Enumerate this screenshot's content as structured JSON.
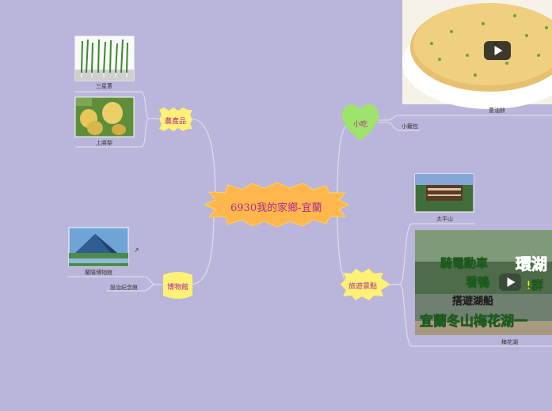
{
  "center": {
    "title": "6930我的家鄉-宜蘭"
  },
  "branches": {
    "nongchanpin": "農產品",
    "bowuguan": "博物館",
    "xiaochi": "小吃",
    "lvyou": "旅遊景點"
  },
  "items": {
    "sanxingcong": "三星蔥",
    "shangjiangli": "上將梨",
    "lanyang_museum": "蘭陽博物館",
    "political_museum": "設治紀念館",
    "congyoubing": "蔥油餅",
    "xiaolongbao": "小籠包",
    "taipingshan": "太平山",
    "meihuahu": "梅花湖"
  },
  "video_caption": {
    "line1": "騎電動車",
    "line1b": "環湖",
    "line2": "看鴨",
    "line2b": "!群",
    "line3": "搭遊湖船",
    "line4": "宜蘭冬山梅花湖一"
  },
  "colors": {
    "background": "#bab5da",
    "node_yellow": "#fff176",
    "center_orange": "#ffb74d",
    "heart_green": "#9ee36b",
    "text_magenta": "#b0298f",
    "line": "#dcd9ec"
  },
  "icons": {
    "play": "play-icon",
    "link": "external-link-icon"
  }
}
